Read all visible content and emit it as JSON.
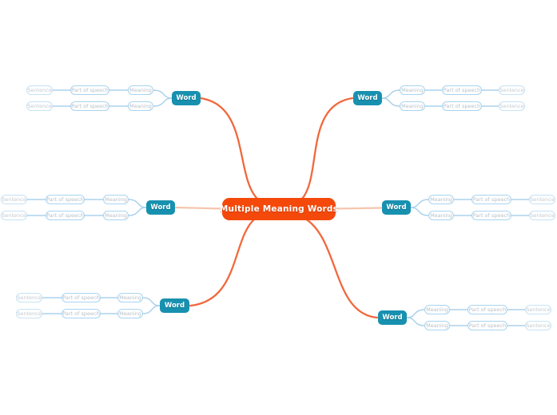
{
  "center": {
    "label": "Multiple Meaning Words"
  },
  "colors": {
    "center_fill": "#F4490B",
    "word_fill": "#1791AF",
    "branch_line": "#F1683C",
    "branch_line_light": "#F6C5AE",
    "sublink": "#ABD2EB",
    "subnode_border": "#A8D4F0",
    "subnode_border_light": "#C6E2F5",
    "subnode_text": "#B9C0C7"
  },
  "branches": [
    {
      "position": "top-left",
      "word": "Word",
      "rows": [
        {
          "meaning": "Meaning",
          "part_of_speech": "Part of speech",
          "sentence": "Sentence"
        },
        {
          "meaning": "Meaning",
          "part_of_speech": "Part of speech",
          "sentence": "Sentence"
        }
      ]
    },
    {
      "position": "top-right",
      "word": "Word",
      "rows": [
        {
          "meaning": "Meaning",
          "part_of_speech": "Part of speech",
          "sentence": "Sentence"
        },
        {
          "meaning": "Meaning",
          "part_of_speech": "Part of speech",
          "sentence": "Sentence"
        }
      ]
    },
    {
      "position": "middle-left",
      "word": "Word",
      "rows": [
        {
          "meaning": "Meaning",
          "part_of_speech": "Part of speech",
          "sentence": "Sentence"
        },
        {
          "meaning": "Meaning",
          "part_of_speech": "Part of speech",
          "sentence": "Sentence"
        }
      ]
    },
    {
      "position": "middle-right",
      "word": "Word",
      "rows": [
        {
          "meaning": "Meaning",
          "part_of_speech": "Part of speech",
          "sentence": "Sentence"
        },
        {
          "meaning": "Meaning",
          "part_of_speech": "Part of speech",
          "sentence": "Sentence"
        }
      ]
    },
    {
      "position": "bottom-left",
      "word": "Word",
      "rows": [
        {
          "meaning": "Meaning",
          "part_of_speech": "Part of speech",
          "sentence": "Sentence"
        },
        {
          "meaning": "Meaning",
          "part_of_speech": "Part of speech",
          "sentence": "Sentence"
        }
      ]
    },
    {
      "position": "bottom-right",
      "word": "Word",
      "rows": [
        {
          "meaning": "Meaning",
          "part_of_speech": "Part of speech",
          "sentence": "Sentence"
        },
        {
          "meaning": "Meaning",
          "part_of_speech": "Part of speech",
          "sentence": "Sentence"
        }
      ]
    }
  ]
}
